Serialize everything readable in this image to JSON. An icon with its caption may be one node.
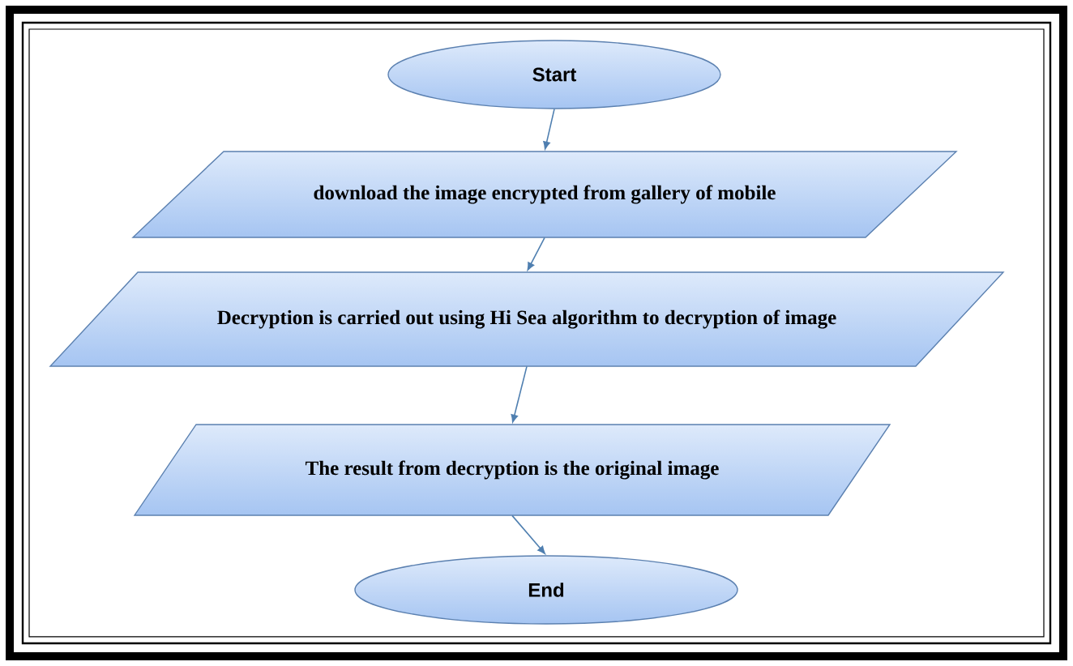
{
  "diagram": {
    "nodes": [
      {
        "text": [
          "Start"
        ]
      },
      {
        "text": [
          "download the image encrypted from gallery of mobile"
        ]
      },
      {
        "text": [
          "Decryption is carried out using Hi Sea algorithm to decryption of image"
        ]
      },
      {
        "text": [
          "The result from decryption is the original image"
        ]
      },
      {
        "text": [
          "End"
        ]
      }
    ],
    "edges": [
      {
        "from": 0,
        "to": 1,
        "arrow": "to"
      },
      {
        "from": 1,
        "to": 2,
        "arrow": "to"
      },
      {
        "from": 2,
        "to": 3,
        "arrow": "to"
      },
      {
        "from": 3,
        "to": 4,
        "arrow": "to"
      }
    ]
  }
}
